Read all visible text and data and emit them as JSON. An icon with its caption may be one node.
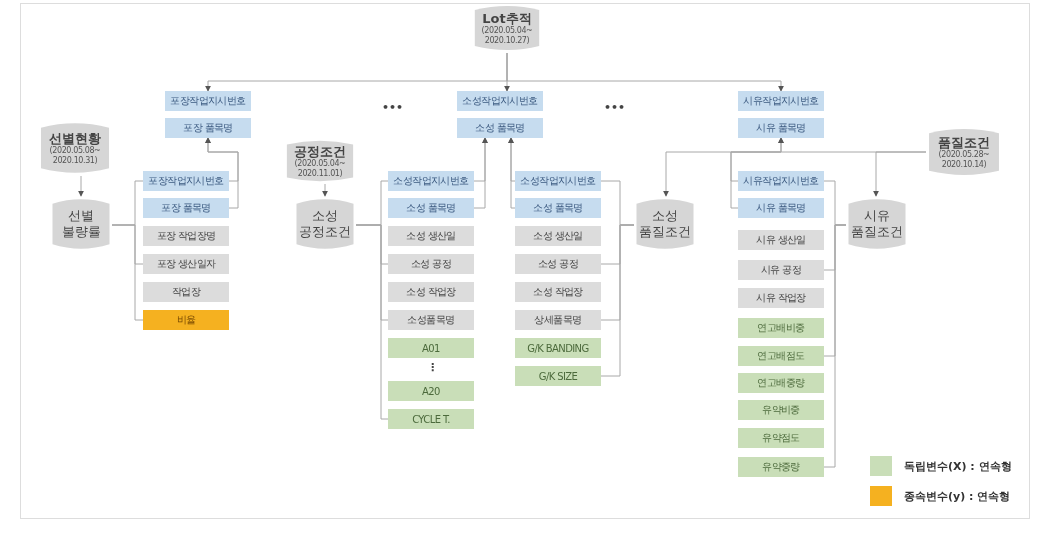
{
  "diagram": {
    "nodes": [
      {
        "text": [
          "Lot추적",
          "(2020.05.04~ 2020.10.27)"
        ]
      },
      {
        "text": [
          "포장작업지시번호"
        ]
      },
      {
        "text": [
          "포장 품목명"
        ]
      },
      {
        "text": [
          "소성작업지시번호"
        ]
      },
      {
        "text": [
          "소성 품목명"
        ]
      },
      {
        "text": [
          "시유작업지시번호"
        ]
      },
      {
        "text": [
          "시유 품목명"
        ]
      },
      {
        "text": [
          "선별현황",
          "(2020.05.08~ 2020.10.31)"
        ]
      },
      {
        "text": [
          "선별 불량률"
        ]
      },
      {
        "text": [
          "포장작업지시번호"
        ]
      },
      {
        "text": [
          "포장 품목명"
        ]
      },
      {
        "text": [
          "포장 작업장명"
        ]
      },
      {
        "text": [
          "포장 생산일자"
        ]
      },
      {
        "text": [
          "작업장"
        ]
      },
      {
        "text": [
          "비율"
        ]
      },
      {
        "text": [
          "공정조건",
          "(2020.05.04~ 2020.11.01)"
        ]
      },
      {
        "text": [
          "소성 공정조건"
        ]
      },
      {
        "text": [
          "소성작업지시번호"
        ]
      },
      {
        "text": [
          "소성 품목명"
        ]
      },
      {
        "text": [
          "소성 생산일"
        ]
      },
      {
        "text": [
          "소성 공정"
        ]
      },
      {
        "text": [
          "소성 작업장"
        ]
      },
      {
        "text": [
          "소성품목명"
        ]
      },
      {
        "text": [
          "A01"
        ]
      },
      {
        "text": [
          "A20"
        ]
      },
      {
        "text": [
          "CYCLE T."
        ]
      },
      {
        "text": [
          "소성작업지시번호"
        ]
      },
      {
        "text": [
          "소성 품목명"
        ]
      },
      {
        "text": [
          "소성 생산일"
        ]
      },
      {
        "text": [
          "소성 공정"
        ]
      },
      {
        "text": [
          "소성 작업장"
        ]
      },
      {
        "text": [
          "상세품목명"
        ]
      },
      {
        "text": [
          "G/K BANDING"
        ]
      },
      {
        "text": [
          "G/K SIZE"
        ]
      },
      {
        "text": [
          "소성 품질조건"
        ]
      },
      {
        "text": [
          "품질조건",
          "(2020.05.28~ 2020.10.14)"
        ]
      },
      {
        "text": [
          "시유 품질조건"
        ]
      },
      {
        "text": [
          "시유작업지시번호"
        ]
      },
      {
        "text": [
          "시유 품목명"
        ]
      },
      {
        "text": [
          "시유 생산일"
        ]
      },
      {
        "text": [
          "시유 공정"
        ]
      },
      {
        "text": [
          "시유 작업장"
        ]
      },
      {
        "text": [
          "연고배비중"
        ]
      },
      {
        "text": [
          "연고배점도"
        ]
      },
      {
        "text": [
          "연고배중량"
        ]
      },
      {
        "text": [
          "유약비중"
        ]
      },
      {
        "text": [
          "유약점도"
        ]
      },
      {
        "text": [
          "유약중량"
        ]
      }
    ],
    "edges": [
      {
        "from": 0,
        "to": 1,
        "arrow": "to"
      },
      {
        "from": 0,
        "to": 3,
        "arrow": "to"
      },
      {
        "from": 0,
        "to": 5,
        "arrow": "to"
      },
      {
        "from": 7,
        "to": 8,
        "arrow": "to"
      },
      {
        "from": 8,
        "to": 9,
        "arrow": "none"
      },
      {
        "from": 8,
        "to": 12,
        "arrow": "none"
      },
      {
        "from": 8,
        "to": 14,
        "arrow": "none"
      },
      {
        "from": 9,
        "to": 2,
        "arrow": "to"
      },
      {
        "from": 10,
        "to": 2,
        "arrow": "to"
      },
      {
        "from": 15,
        "to": 16,
        "arrow": "to"
      },
      {
        "from": 16,
        "to": 17,
        "arrow": "none"
      },
      {
        "from": 16,
        "to": 20,
        "arrow": "none"
      },
      {
        "from": 16,
        "to": 22,
        "arrow": "none"
      },
      {
        "from": 16,
        "to": 25,
        "arrow": "none"
      },
      {
        "from": 17,
        "to": 4,
        "arrow": "to"
      },
      {
        "from": 18,
        "to": 4,
        "arrow": "to"
      },
      {
        "from": 26,
        "to": 4,
        "arrow": "to"
      },
      {
        "from": 27,
        "to": 4,
        "arrow": "to"
      },
      {
        "from": 34,
        "to": 26,
        "arrow": "none"
      },
      {
        "from": 34,
        "to": 29,
        "arrow": "none"
      },
      {
        "from": 34,
        "to": 31,
        "arrow": "none"
      },
      {
        "from": 34,
        "to": 33,
        "arrow": "none"
      },
      {
        "from": 35,
        "to": 34,
        "arrow": "to"
      },
      {
        "from": 35,
        "to": 36,
        "arrow": "to"
      },
      {
        "from": 37,
        "to": 6,
        "arrow": "to"
      },
      {
        "from": 38,
        "to": 6,
        "arrow": "to"
      },
      {
        "from": 36,
        "to": 37,
        "arrow": "none"
      },
      {
        "from": 36,
        "to": 40,
        "arrow": "none"
      },
      {
        "from": 36,
        "to": 43,
        "arrow": "none"
      },
      {
        "from": 36,
        "to": 47,
        "arrow": "none"
      }
    ],
    "labels": [
      "•••",
      "•••",
      "⋮"
    ],
    "legend": [
      {
        "text": "독립변수(X) : 연속형",
        "color": "#c9deb8"
      },
      {
        "text": "종속변수(y) : 연속형",
        "color": "#f5b120"
      }
    ]
  }
}
